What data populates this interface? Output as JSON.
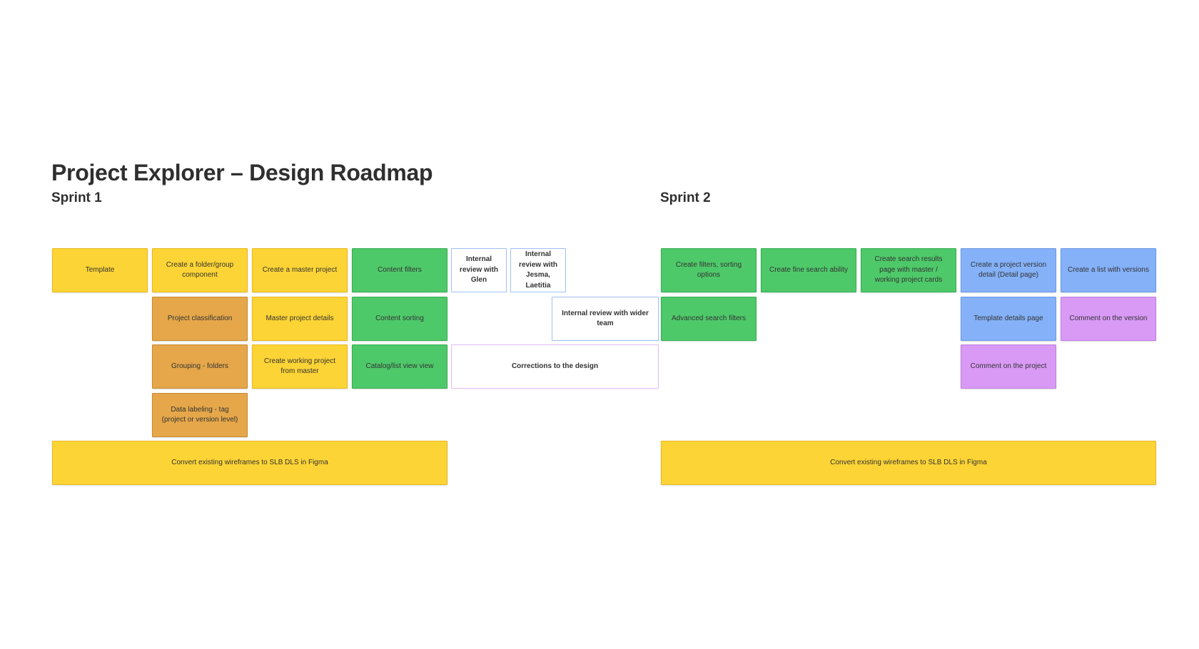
{
  "board": {
    "title": "Project Explorer – Design Roadmap",
    "sprint1": {
      "label": "Sprint 1",
      "cards": [
        {
          "text": "Template",
          "color": "#fdd435"
        },
        {
          "text": "Create a folder/group component",
          "color": "#fdd435"
        },
        {
          "text": "Create a master project",
          "color": "#fdd435"
        },
        {
          "text": "Content filters",
          "color": "#4ec96a"
        },
        {
          "text": "Internal review with Glen",
          "color": "#ffffff"
        },
        {
          "text": "Internal review with Jesma, Laetitia",
          "color": "#ffffff"
        },
        {
          "text": "Project classification",
          "color": "#e5a74a"
        },
        {
          "text": "Master project details",
          "color": "#fdd435"
        },
        {
          "text": "Content sorting",
          "color": "#4ec96a"
        },
        {
          "text": "Internal review with wider team",
          "color": "#ffffff"
        },
        {
          "text": "Grouping - folders",
          "color": "#e5a74a"
        },
        {
          "text": "Create working project from master",
          "color": "#fdd435"
        },
        {
          "text": "Catalog/list view view",
          "color": "#4ec96a"
        },
        {
          "text": "Corrections to the design",
          "color": "#ffffff"
        },
        {
          "text": "Data labeling - tag (project or version level)",
          "color": "#e5a74a"
        },
        {
          "text": "Convert existing wireframes to SLB DLS in Figma",
          "color": "#fdd435"
        }
      ]
    },
    "sprint2": {
      "label": "Sprint 2",
      "cards": [
        {
          "text": "Create filters, sorting options",
          "color": "#4ec96a"
        },
        {
          "text": "Create fine search ability",
          "color": "#4ec96a"
        },
        {
          "text": "Create search results page with master / working project cards",
          "color": "#4ec96a"
        },
        {
          "text": "Create a project version detail (Detail page)",
          "color": "#84b1f8"
        },
        {
          "text": "Create a list with versions",
          "color": "#84b1f8"
        },
        {
          "text": "Advanced search filters",
          "color": "#4ec96a"
        },
        {
          "text": "Template details page",
          "color": "#84b1f8"
        },
        {
          "text": "Comment on the version",
          "color": "#d99af6"
        },
        {
          "text": "Comment on the project",
          "color": "#d99af6"
        },
        {
          "text": "Convert existing wireframes to SLB DLS in Figma",
          "color": "#fdd435"
        }
      ]
    }
  }
}
